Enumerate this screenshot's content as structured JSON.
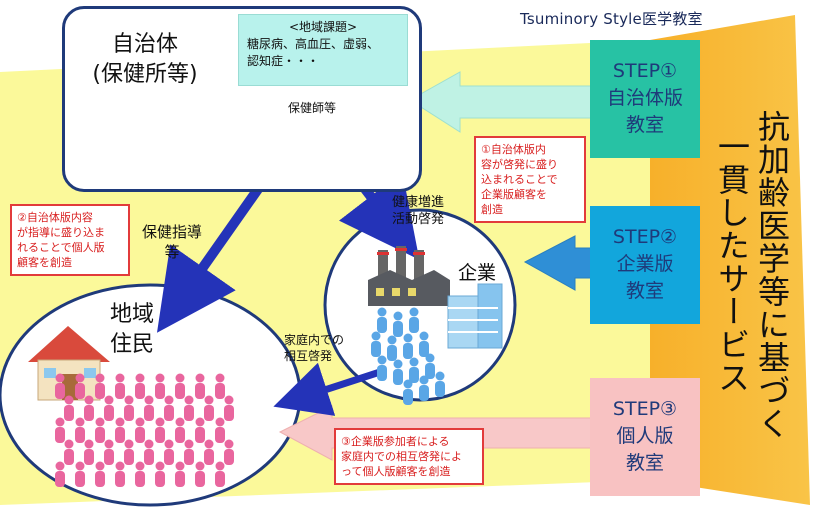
{
  "brand": "Tsuminory Style医学教室",
  "municipality": {
    "title_line1": "自治体",
    "title_line2": "(保健所等)",
    "issues_header": "<地域課題>",
    "issues_line1": "糖尿病、高血圧、虚弱、",
    "issues_line2": "認知症・・・",
    "group_label": "保健師等"
  },
  "labels": {
    "health_guidance_1": "保健指導",
    "health_guidance_2": "等",
    "health_promo_1": "健康増進",
    "health_promo_2": "活動啓発",
    "company": "企業",
    "residents_1": "地域",
    "residents_2": "住民",
    "home_1": "家庭内での",
    "home_2": "相互啓発"
  },
  "callouts": {
    "c1": [
      "①自治体版内",
      "容が啓発に盛り",
      "込まれることで",
      "企業版顧客を",
      "創造"
    ],
    "c2": [
      "②自治体版内容",
      "が指導に盛り込ま",
      "れることで個人版",
      "顧客を創造"
    ],
    "c3": [
      "③企業版参加者による",
      "家庭内での相互啓発によ",
      "って個人版顧客を創造"
    ]
  },
  "steps": [
    {
      "line1": "STEP①",
      "line2": "自治体版",
      "line3": "教室"
    },
    {
      "line1": "STEP②",
      "line2": "企業版",
      "line3": "教室"
    },
    {
      "line1": "STEP③",
      "line2": "個人版",
      "line3": "教室"
    }
  ],
  "right_banner": {
    "col1": "抗加齢医学等に基づく",
    "col2": "一貫したサービス"
  },
  "colors": {
    "yellow_band": "#fbf99a",
    "orange_bar": "#f8b52c",
    "step1": "#27c2a4",
    "step2": "#12a6dc",
    "step3": "#f8c2c2",
    "arrow_green": "#bff2e4",
    "arrow_blue": "#2f8fd6",
    "arrow_pink": "#f8c8c8",
    "dark_arrow": "#2433b8",
    "person_green": "#7ad05c",
    "person_blue": "#5aa6e6",
    "person_pink": "#e9669e"
  }
}
